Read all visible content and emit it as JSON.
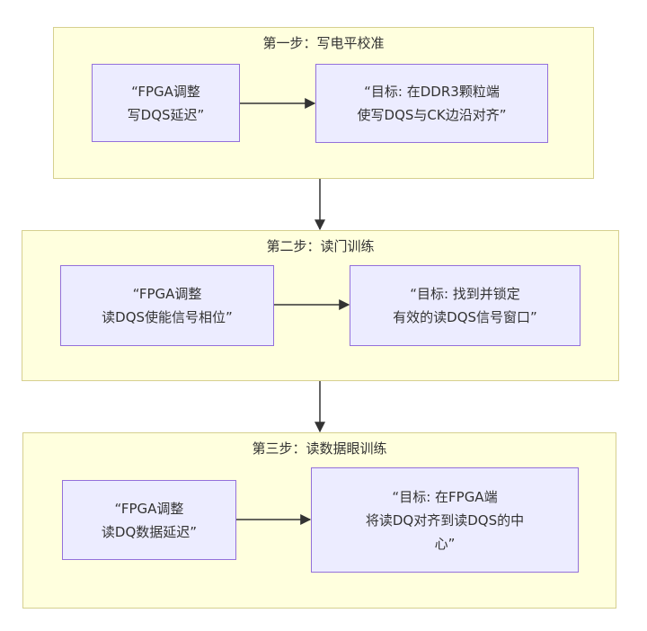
{
  "diagram": {
    "type": "flowchart",
    "direction": "top-to-bottom",
    "colors": {
      "group_fill": "#ffffde",
      "group_border": "#d6d08f",
      "node_fill": "#ececff",
      "node_border": "#9370db",
      "edge": "#333333"
    },
    "groups": [
      {
        "id": "step1",
        "title": "第一步：写电平校准",
        "nodes": [
          {
            "id": "s1a",
            "label": "“FPGA调整\n写DQS延迟”"
          },
          {
            "id": "s1b",
            "label": "“目标: 在DDR3颗粒端\n使写DQS与CK边沿对齐”"
          }
        ]
      },
      {
        "id": "step2",
        "title": "第二步：读门训练",
        "nodes": [
          {
            "id": "s2a",
            "label": "“FPGA调整\n读DQS使能信号相位”"
          },
          {
            "id": "s2b",
            "label": "“目标: 找到并锁定\n有效的读DQS信号窗口”"
          }
        ]
      },
      {
        "id": "step3",
        "title": "第三步：读数据眼训练",
        "nodes": [
          {
            "id": "s3a",
            "label": "“FPGA调整\n读DQ数据延迟”"
          },
          {
            "id": "s3b",
            "label": "“目标: 在FPGA端\n将读DQ对齐到读DQS的中\n心”"
          }
        ]
      }
    ],
    "edges": [
      {
        "from": "s1a",
        "to": "s1b"
      },
      {
        "from": "s2a",
        "to": "s2b"
      },
      {
        "from": "s3a",
        "to": "s3b"
      },
      {
        "from": "step1",
        "to": "step2"
      },
      {
        "from": "step2",
        "to": "step3"
      }
    ]
  }
}
